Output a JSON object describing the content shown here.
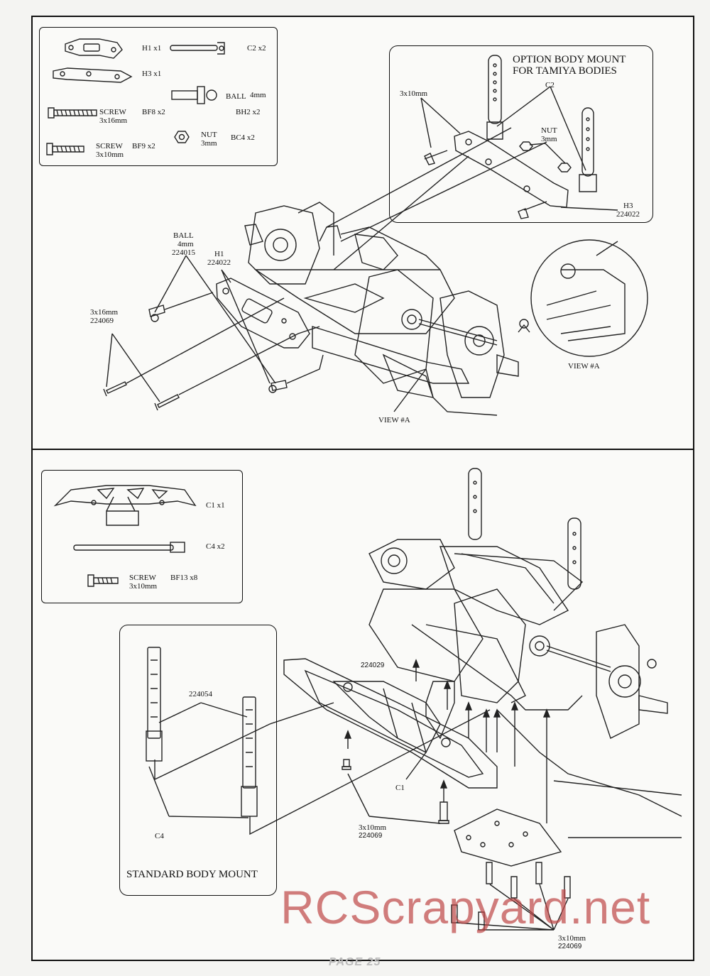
{
  "top_parts": {
    "h1": "H1 x1",
    "c2": "C2 x2",
    "h3": "H3 x1",
    "ball_a": "BALL",
    "ball_b": "4mm",
    "bh2": "BH2 x2",
    "screw16_a": "SCREW",
    "screw16_b": "3x16mm",
    "bf8": "BF8 x2",
    "nut_a": "NUT",
    "nut_b": "3mm",
    "bc4": "BC4 x2",
    "screw10_a": "SCREW",
    "screw10_b": "3x10mm",
    "bf9": "BF9 x2"
  },
  "option_box": {
    "title_1": "OPTION BODY MOUNT",
    "title_2": "FOR TAMIYA BODIES",
    "c2": "C2",
    "screw": "3x10mm",
    "nut_a": "NUT",
    "nut_b": "3mm",
    "h3_a": "H3",
    "h3_b": "224022"
  },
  "top_labels": {
    "ball_1": "BALL",
    "ball_2": "4mm",
    "ball_3": "224015",
    "h1_1": "H1",
    "h1_2": "224022",
    "screw_1": "3x16mm",
    "screw_2": "224069",
    "view_a": "VIEW #A",
    "view_a2": "VIEW #A"
  },
  "bottom_parts": {
    "c1": "C1 x1",
    "c4": "C4 x2",
    "screw_a": "SCREW",
    "screw_b": "3x10mm",
    "bf13": "BF13 x8"
  },
  "standard_box": {
    "title": "STANDARD BODY MOUNT",
    "num": "224054",
    "c4": "C4"
  },
  "bottom_labels": {
    "part_224029": "224029",
    "c1": "C1",
    "screw_a1": "3x10mm",
    "screw_a2": "224069",
    "screw_b1": "3x10mm",
    "screw_b2": "224069"
  },
  "footer": "PAGE 25",
  "watermark": "RCScrapyard.net"
}
